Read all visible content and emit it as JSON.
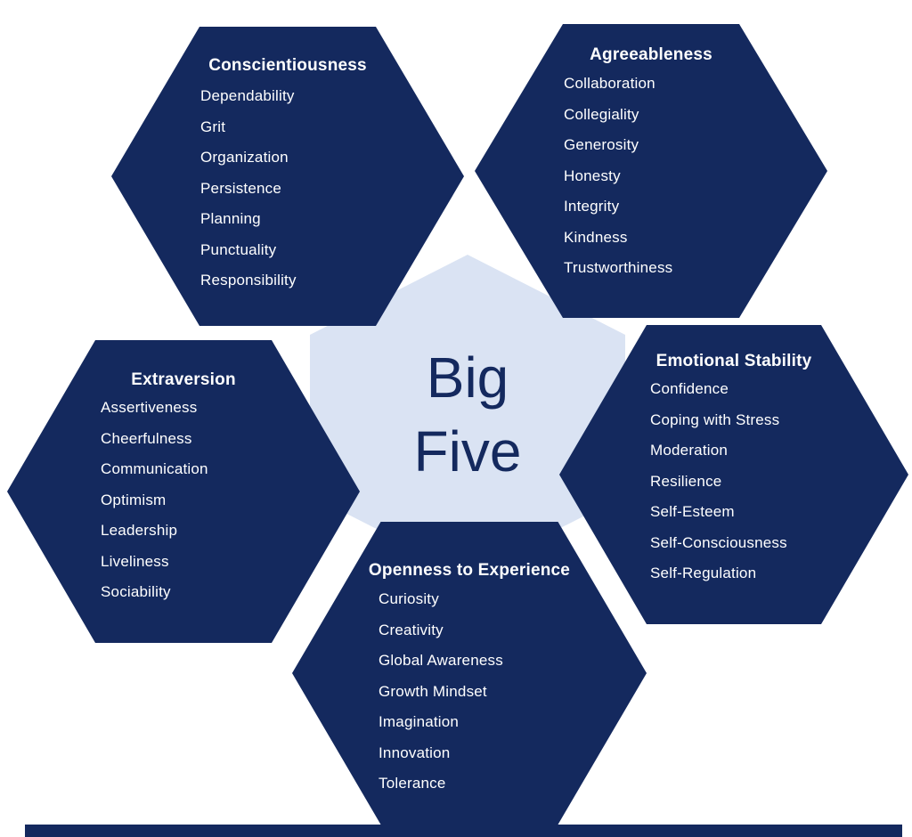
{
  "colors": {
    "navy": "#14295E",
    "light_blue": "#DAE3F3",
    "text_white": "#FFFFFF"
  },
  "center": {
    "line1": "Big",
    "line2": "Five"
  },
  "hexagons": [
    {
      "title": "Conscientiousness",
      "items": [
        "Dependability",
        "Grit",
        "Organization",
        "Persistence",
        "Planning",
        "Punctuality",
        "Responsibility"
      ]
    },
    {
      "title": "Agreeableness",
      "items": [
        "Collaboration",
        "Collegiality",
        "Generosity",
        "Honesty",
        "Integrity",
        "Kindness",
        "Trustworthiness"
      ]
    },
    {
      "title": "Extraversion",
      "items": [
        "Assertiveness",
        "Cheerfulness",
        "Communication",
        "Optimism",
        "Leadership",
        "Liveliness",
        "Sociability"
      ]
    },
    {
      "title": "Emotional Stability",
      "items": [
        "Confidence",
        "Coping with Stress",
        "Moderation",
        "Resilience",
        "Self-Esteem",
        "Self-Consciousness",
        "Self-Regulation"
      ]
    },
    {
      "title": "Openness to Experience",
      "items": [
        "Curiosity",
        "Creativity",
        "Global Awareness",
        "Growth Mindset",
        "Imagination",
        "Innovation",
        "Tolerance"
      ]
    }
  ]
}
